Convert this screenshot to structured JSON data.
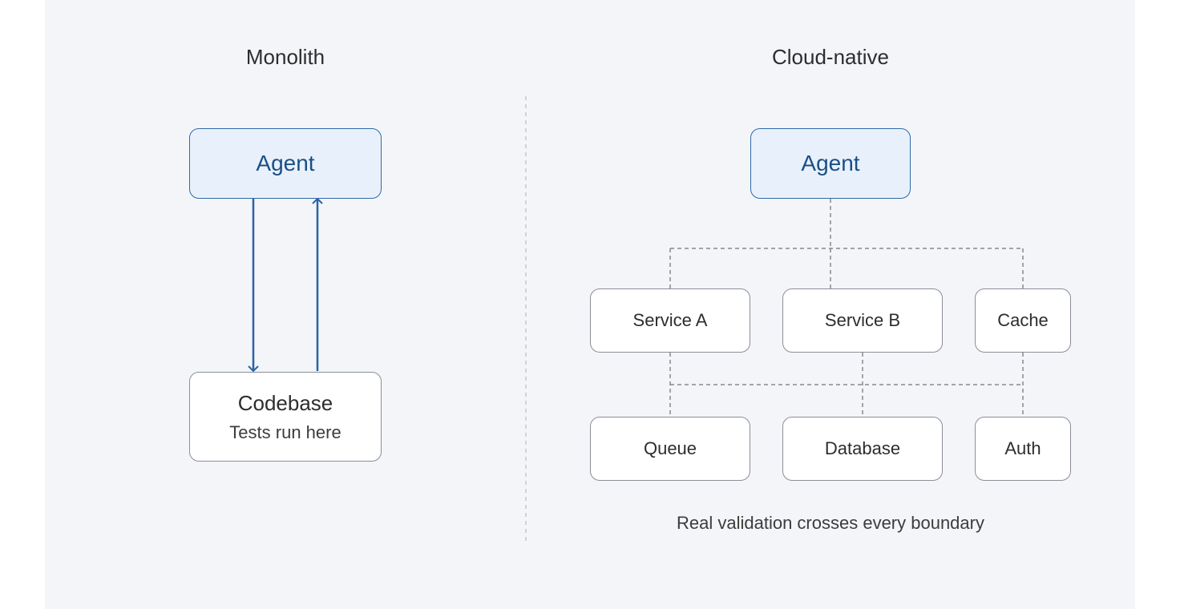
{
  "colors": {
    "background": "#f3f5f9",
    "agent_fill": "#e8f1fb",
    "agent_border": "#2f6aa8",
    "agent_text": "#1b4f86",
    "arrow": "#2b63a3",
    "dashed_divider": "#c4c8ce",
    "dashed_link": "#8a8a8a",
    "node_border": "#8a8f96"
  },
  "monolith": {
    "heading": "Monolith",
    "agent_label": "Agent",
    "codebase": {
      "title": "Codebase",
      "subtitle": "Tests run here"
    }
  },
  "cloud_native": {
    "heading": "Cloud-native",
    "agent_label": "Agent",
    "services_row": [
      "Service A",
      "Service B",
      "Cache"
    ],
    "infra_row": [
      "Queue",
      "Database",
      "Auth"
    ],
    "caption": "Real validation crosses every boundary"
  }
}
